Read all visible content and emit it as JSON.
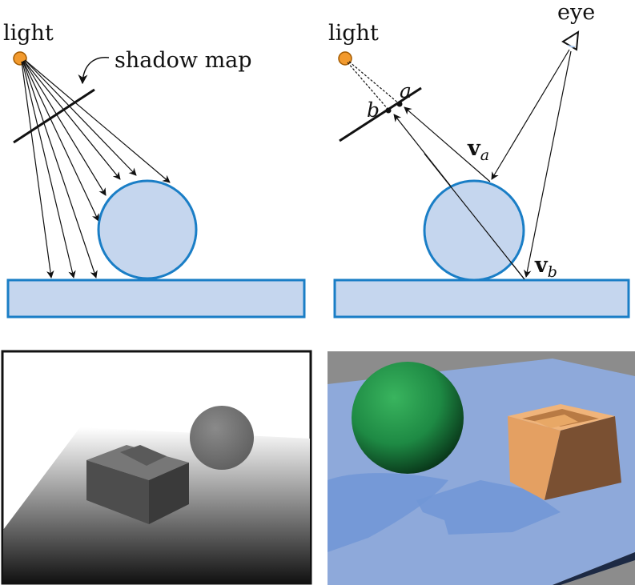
{
  "panels": {
    "top_left": {
      "light_label": "light",
      "shadow_map_label": "shadow map"
    },
    "top_right": {
      "light_label": "light",
      "eye_label": "eye",
      "point_a_label": "a",
      "point_b_label": "b",
      "vector_a_main": "v",
      "vector_a_sub": "a",
      "vector_b_main": "v",
      "vector_b_sub": "b"
    }
  },
  "colors": {
    "light_fill": "#f29a2e",
    "light_stroke": "#a35a00",
    "object_fill": "#c5d6ee",
    "object_stroke": "#1a7ec6",
    "line": "#111111",
    "floor_blue": "#8ea9da",
    "sphere_green": "#1f8a45",
    "box_orange": "#e4a062",
    "render_bg": "#8c8c8c"
  }
}
